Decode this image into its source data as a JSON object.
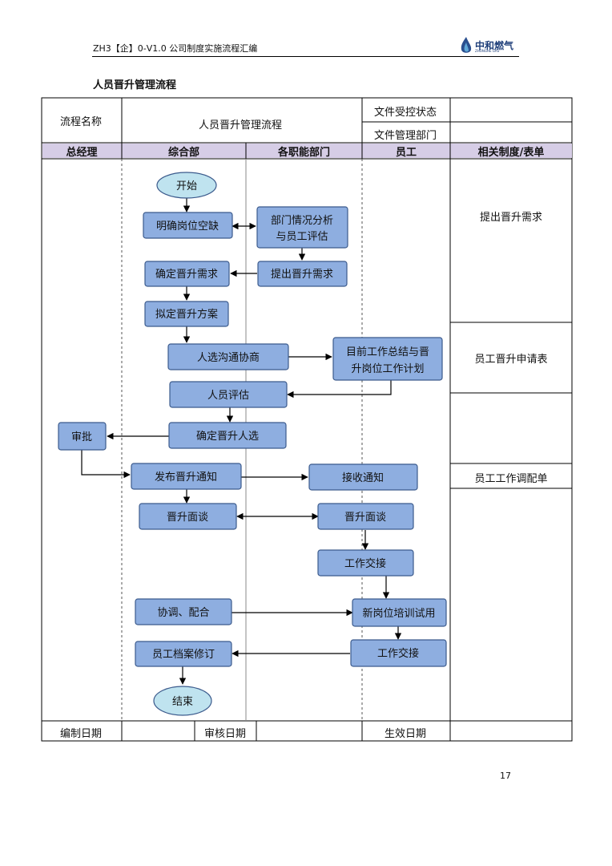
{
  "header": {
    "doc_code": "ZH3【企】0-V1.0 公司制度实施流程汇编",
    "logo_text": "中和燃气",
    "logo_subtext": "ZHONGHE GAS"
  },
  "doc_title": "人员晋升管理流程",
  "info_table": {
    "process_name_label": "流程名称",
    "process_name_value": "人员晋升管理流程",
    "control_status_label": "文件受控状态",
    "management_dept_label": "文件管理部门"
  },
  "columns": [
    "总经理",
    "综合部",
    "各职能部门",
    "员工",
    "相关制度/表单"
  ],
  "nodes": [
    {
      "id": "start",
      "text": "开始",
      "shape": "ellipse"
    },
    {
      "id": "n1",
      "text": "明确岗位空缺",
      "shape": "rect"
    },
    {
      "id": "n2a",
      "text": "部门情况分析",
      "text2": "与员工评估",
      "shape": "rect"
    },
    {
      "id": "n3",
      "text": "确定晋升需求",
      "shape": "rect"
    },
    {
      "id": "n4",
      "text": "提出晋升需求",
      "shape": "rect"
    },
    {
      "id": "n5",
      "text": "拟定晋升方案",
      "shape": "rect"
    },
    {
      "id": "n6",
      "text": "人选沟通协商",
      "shape": "rect"
    },
    {
      "id": "n7",
      "text": "目前工作总结与晋",
      "text2": "升岗位工作计划",
      "shape": "rect"
    },
    {
      "id": "n8",
      "text": "人员评估",
      "shape": "rect"
    },
    {
      "id": "n9",
      "text": "审批",
      "shape": "rect"
    },
    {
      "id": "n10",
      "text": "确定晋升人选",
      "shape": "rect"
    },
    {
      "id": "n11",
      "text": "发布晋升通知",
      "shape": "rect"
    },
    {
      "id": "n12",
      "text": "接收通知",
      "shape": "rect"
    },
    {
      "id": "n13",
      "text": "晋升面谈",
      "shape": "rect"
    },
    {
      "id": "n14",
      "text": "晋升面谈",
      "shape": "rect"
    },
    {
      "id": "n15",
      "text": "工作交接",
      "shape": "rect"
    },
    {
      "id": "n16",
      "text": "协调、配合",
      "shape": "rect"
    },
    {
      "id": "n17",
      "text": "新岗位培训试用",
      "shape": "rect"
    },
    {
      "id": "n18",
      "text": "员工档案修订",
      "shape": "rect"
    },
    {
      "id": "n19",
      "text": "工作交接",
      "shape": "rect"
    },
    {
      "id": "end",
      "text": "结束",
      "shape": "ellipse"
    }
  ],
  "related_forms": [
    "提出晋升需求",
    "员工晋升申请表",
    "员工工作调配单"
  ],
  "footer": {
    "compile_date_label": "编制日期",
    "review_date_label": "审核日期",
    "effective_date_label": "生效日期"
  },
  "page_number": "17",
  "colors": {
    "box_fill": "#8eaee0",
    "box_stroke": "#3b5a8c",
    "ellipse_fill": "#bfe3ef",
    "header_fill": "#d6cde6",
    "line": "#000000"
  }
}
